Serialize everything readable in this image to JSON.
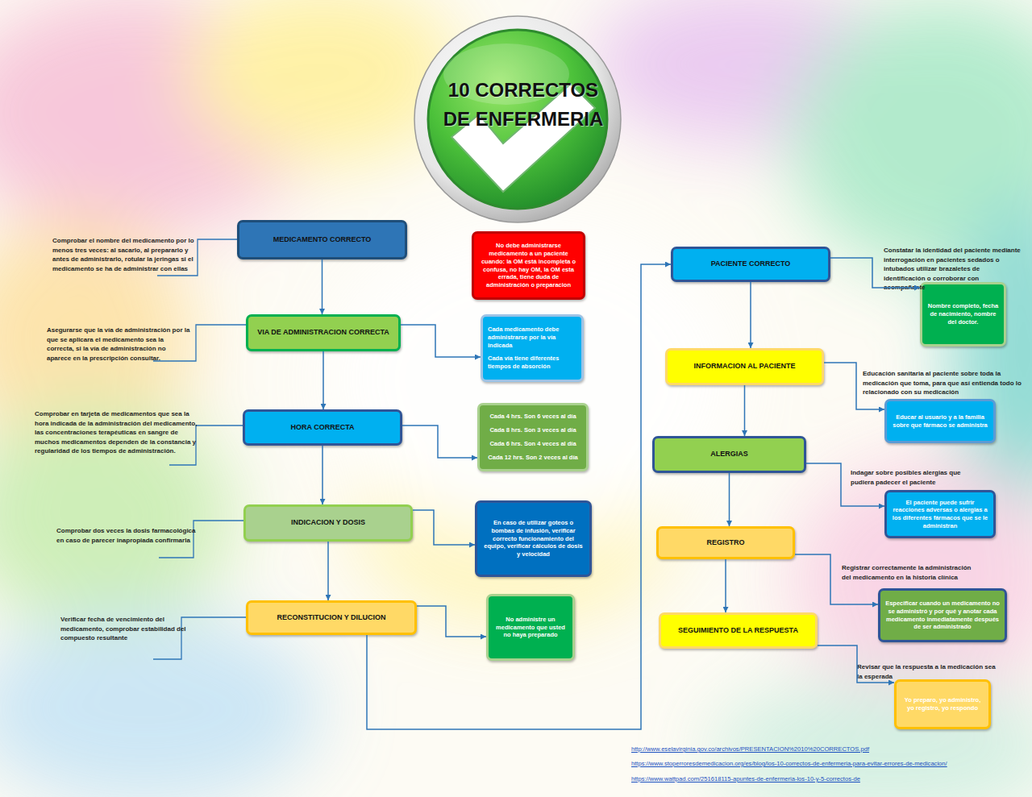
{
  "diagram": {
    "title": "10 CORRECTOS DE ENFERMERIA",
    "nodes": [
      {
        "text": [
          "MEDICAMENTO CORRECTO"
        ]
      },
      {
        "text": [
          "No debe administrarse medicamento a un paciente cuando: la OM está incompleta o confusa, no hay OM, la OM esta errada, tiene duda de administración o preparacion"
        ]
      },
      {
        "text": [
          "VIA DE ADMINISTRACION CORRECTA"
        ]
      },
      {
        "text": [
          "Cada medicamento debe administrarse por la vía indicada",
          "Cada vía tiene diferentes tiempos de absorción"
        ]
      },
      {
        "text": [
          "HORA CORRECTA"
        ]
      },
      {
        "text": [
          "Cada 4 hrs. Son 6 veces al día",
          "Cada 8 hrs. Son 3 veces al día",
          "Cada 6 hrs. Son 4 veces al día",
          "Cada 12 hrs. Son 2 veces al día"
        ]
      },
      {
        "text": [
          "INDICACION Y DOSIS"
        ]
      },
      {
        "text": [
          "En caso de utilizar goteos o bombas de infusión, verificar correcto funcionamiento del equipo, verificar cálculos de dosis y velocidad"
        ]
      },
      {
        "text": [
          "RECONSTITUCION Y DILUCION"
        ]
      },
      {
        "text": [
          "No administre un medicamento que usted no haya preparado"
        ]
      },
      {
        "text": [
          "PACIENTE CORRECTO"
        ]
      },
      {
        "text": [
          "Nombre completo, fecha de nacimiento, nombre del doctor."
        ]
      },
      {
        "text": [
          "INFORMACION AL PACIENTE"
        ]
      },
      {
        "text": [
          "Educar al usuario y a la familia sobre que fármaco se administra"
        ]
      },
      {
        "text": [
          "ALERGIAS"
        ]
      },
      {
        "text": [
          "El paciente puede sufrir reacciones adversas o alergias a los diferentes fármacos que se le administran"
        ]
      },
      {
        "text": [
          "REGISTRO"
        ]
      },
      {
        "text": [
          "Especificar cuando un medicamento no se administró y por qué y anotar cada medicamento inmediatamente después de ser administrado"
        ]
      },
      {
        "text": [
          "SEGUIMIENTO DE LA RESPUESTA"
        ]
      },
      {
        "text": [
          "Yo preparo, yo administro, yo registro, yo respondo"
        ]
      }
    ],
    "edges": [
      {
        "from": 0,
        "to": 2,
        "arrow": "to"
      },
      {
        "from": 2,
        "to": 4,
        "arrow": "to"
      },
      {
        "from": 4,
        "to": 6,
        "arrow": "to"
      },
      {
        "from": 6,
        "to": 8,
        "arrow": "to"
      },
      {
        "from": 2,
        "to": 3,
        "arrow": "to"
      },
      {
        "from": 4,
        "to": 5,
        "arrow": "to"
      },
      {
        "from": 6,
        "to": 7,
        "arrow": "to"
      },
      {
        "from": 8,
        "to": 9,
        "arrow": "to"
      },
      {
        "from": 8,
        "to": 10,
        "arrow": "to"
      },
      {
        "from": 10,
        "to": 12,
        "arrow": "to"
      },
      {
        "from": 12,
        "to": 14,
        "arrow": "to"
      },
      {
        "from": 14,
        "to": 16,
        "arrow": "to"
      },
      {
        "from": 16,
        "to": 18,
        "arrow": "to"
      },
      {
        "from": 10,
        "to": 11,
        "arrow": "to"
      },
      {
        "from": 12,
        "to": 13,
        "arrow": "to"
      },
      {
        "from": 14,
        "to": 15,
        "arrow": "to"
      },
      {
        "from": 16,
        "to": 17,
        "arrow": "to"
      },
      {
        "from": 18,
        "to": 19,
        "arrow": "to"
      }
    ],
    "labels": [
      "Comprobar el nombre del medicamento por lo menos tres veces: al sacarlo, al prepararlo y antes de administrarlo, rotular la jeringas si el medicamento se ha de administrar con ellas",
      "Asegurarse que la vía de administración por la que se aplicara el medicamento sea la correcta, si la vía de administración no aparece en la prescripción consultar.",
      "Comprobar en tarjeta de medicamentos que sea la hora indicada de la administración del medicamento, las concentraciones terapéuticas en sangre de muchos medicamentos dependen de la constancia y regularidad de los tiempos de administración.",
      "Comprobar dos veces la dosis farmacológica en caso de parecer inapropiada confirmarla",
      "Verificar fecha de vencimiento del medicamento, comprobar estabilidad del compuesto resultante",
      "Constatar la identidad del paciente mediante interrogación en pacientes sedados o intubados utilizar brazaletes de identificación o corroborar con acompañante",
      "Educación sanitaria al paciente sobre toda la medicación que toma, para que así entienda todo lo relacionado con su medicación",
      "Indagar sobre posibles alergias que pudiera padecer el paciente",
      "Registrar correctamente la administración del medicamento en la historia clínica",
      "Revisar que la respuesta a la medicación sea la esperada",
      "http://www.eselavirginia.gov.co/archivos/PRESENTACION%2010%20CORRECTOS.pdf",
      "https://www.stoperroresdemedicacion.org/es/blog/los-10-correctos-de-enfermeria-para-evitar-errores-de-medicacion/",
      "https://www.wattpad.com/251618115-apuntes-de-enfermeria-los-10-y-5-correctos-de"
    ]
  }
}
